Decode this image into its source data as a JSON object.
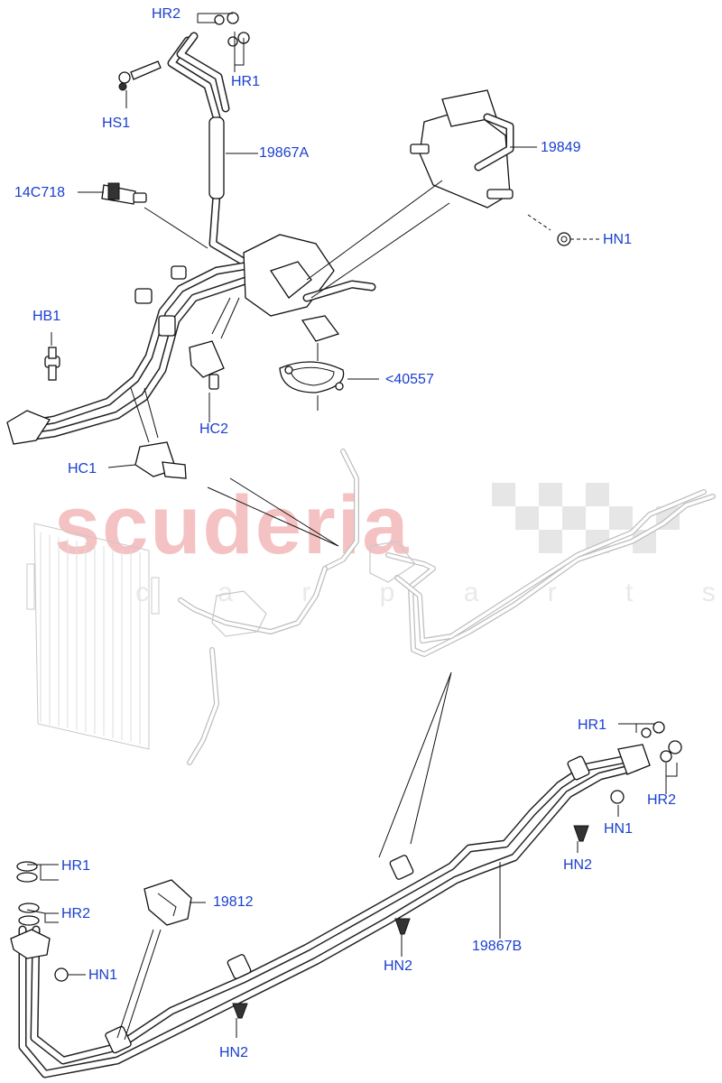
{
  "watermark": {
    "main": "scuderia",
    "sub": "c a r p a r t s"
  },
  "colors": {
    "label": "#1a3fd0",
    "line": "#111111",
    "watermark": "#f4c2c2"
  },
  "labels": {
    "hr2_top": "HR2",
    "hr1_top": "HR1",
    "hs1": "HS1",
    "p19867a": "19867A",
    "p14c718": "14C718",
    "p19849": "19849",
    "hn1_top": "HN1",
    "hb1": "HB1",
    "p40557": "<40557",
    "hc2": "HC2",
    "hc1": "HC1",
    "hr1_right": "HR1",
    "hr2_right": "HR2",
    "hn1_right": "HN1",
    "hn2_right": "HN2",
    "p19867b": "19867B",
    "hn2_mid": "HN2",
    "hr1_left": "HR1",
    "hr2_left": "HR2",
    "p19812": "19812",
    "hn1_left": "HN1",
    "hn2_bottom": "HN2"
  }
}
